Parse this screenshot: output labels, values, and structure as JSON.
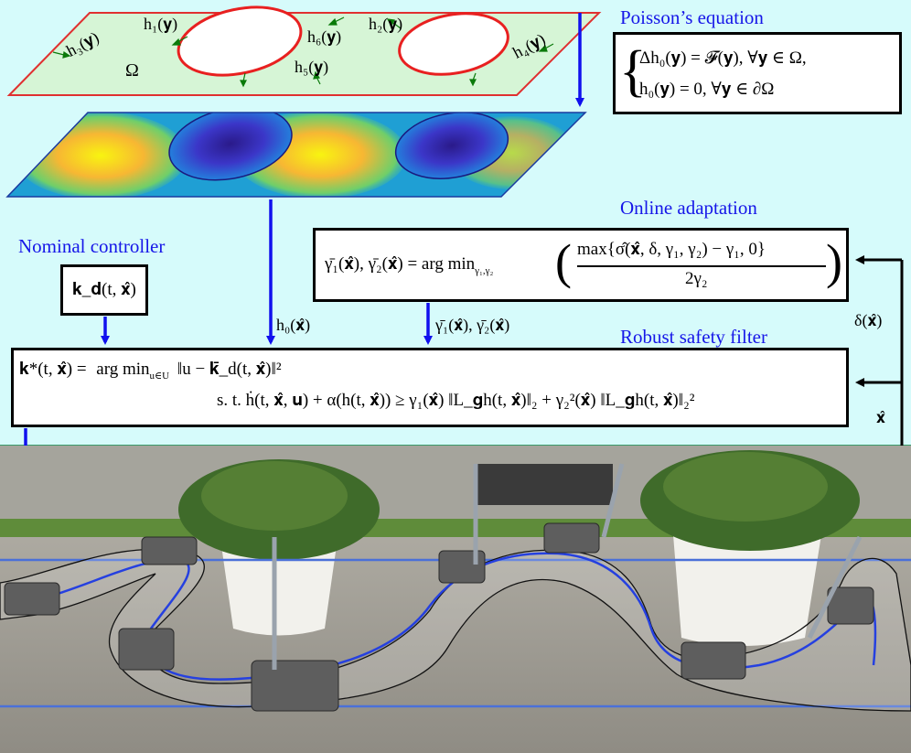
{
  "labels": {
    "poisson": "Poisson’s equation",
    "online": "Online adaptation",
    "nominal": "Nominal controller",
    "robust": "Robust safety filter"
  },
  "domain_labels": {
    "omega": "Ω",
    "h1": "h₁(𝐲)",
    "h2": "h₂(𝐲)",
    "h3": "h₃(𝐲)",
    "h4": "h₄(𝐲)",
    "h5": "h₅(𝐲)",
    "h6": "h₆(𝐲)"
  },
  "poisson_eq": {
    "line1": "Δh₀(𝐲) = 𝓕(𝐲),    ∀𝐲 ∈ Ω,",
    "line2": "h₀(𝐲) = 0,    ∀𝐲 ∈ ∂Ω"
  },
  "online_eq": {
    "lhs": "γ̄₁(𝐱̂), γ̄₂(𝐱̂) = arg min",
    "sub": "γ₁,γ₂",
    "numerator": "max{σ̂(𝐱̂, δ, γ₁, γ₂) − γ₁, 0}",
    "denominator": "2γ₂"
  },
  "nominal_eq": "𝐤_𝐝(t, 𝐱̂)",
  "filter_eq": {
    "line1_lhs": "𝐤*(t, 𝐱̂) =",
    "line1_rhs": "arg min",
    "line1_sub": "u∈U",
    "line1_obj": "‖u − 𝐤̄_d(t, 𝐱̂)‖²",
    "line2": "s. t.  ḣ(t, 𝐱̂, 𝐮) + α(h(t, 𝐱̂)) ≥ γ₁(𝐱̂) ‖L_𝐠h(t, 𝐱̂)‖₂ + γ₂²(𝐱̂) ‖L_𝐠h(t, 𝐱̂)‖₂²"
  },
  "arrow_labels": {
    "h0": "h₀(𝐱̂)",
    "gammas": "γ̄₁(𝐱̂), γ̄₂(𝐱̂)",
    "delta": "δ(𝐱̂)",
    "xhat": "𝐱̂"
  },
  "colors": {
    "panel_bg": "#d6fbfb",
    "accent_blue": "#1616e8",
    "domain_fill": "#d6f5d6",
    "domain_border": "#e03030",
    "obstacle_border": "#e82020"
  }
}
